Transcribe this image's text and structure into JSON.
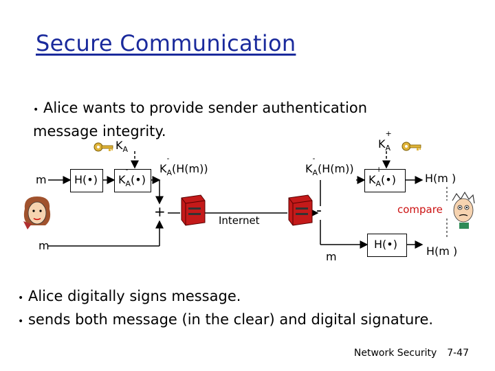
{
  "title": "Secure Communication",
  "intro_bullet": {
    "marker": "•",
    "line1": "Alice wants to provide sender authentication",
    "line2": "message integrity."
  },
  "diagram": {
    "private_key_label": "K",
    "private_key_sup": "-",
    "private_key_sub": "A",
    "public_key_label": "K",
    "public_key_sup": "+",
    "public_key_sub": "A",
    "m_left": "m",
    "hash_left": "H(•)",
    "sign_box_k": "K",
    "sign_box_sup": "-",
    "sign_box_sub": "A",
    "sign_box_arg": "(•)",
    "sig_out_left": "(H(m))",
    "sig_in_right": "(H(m))",
    "verify_box_k": "K",
    "verify_box_sup": "+",
    "verify_box_sub": "A",
    "verify_box_arg": "(•)",
    "hm_top": "H(m )",
    "plus": "+",
    "minus": "-",
    "internet": "Internet",
    "m_bottom_left": "m",
    "m_bottom_right": "m",
    "hash_right": "H(•)",
    "hm_bottom": "H(m )",
    "compare": "compare"
  },
  "bottom_bullets": [
    {
      "marker": "•",
      "text": "Alice digitally signs message."
    },
    {
      "marker": "•",
      "text": "sends both message (in the clear) and digital signature."
    }
  ],
  "footer": {
    "course": "Network Security",
    "page": "7-47"
  },
  "colors": {
    "title": "#1a2a9c",
    "router": "#c41a1a",
    "compare": "#cc1111"
  }
}
